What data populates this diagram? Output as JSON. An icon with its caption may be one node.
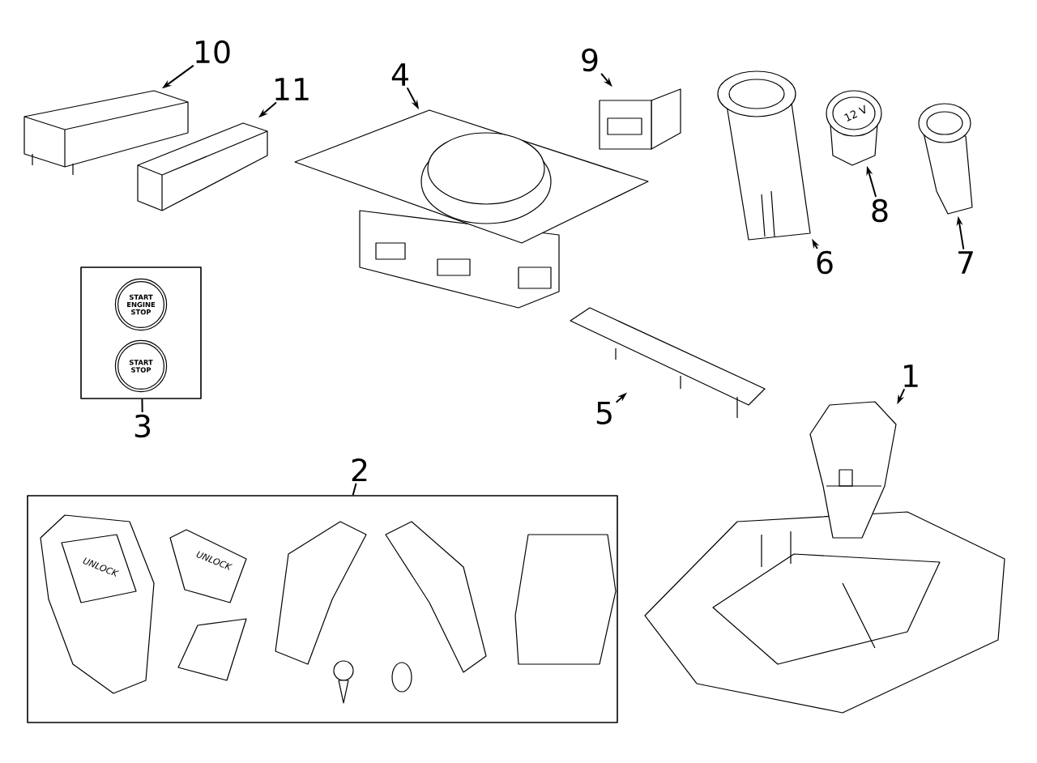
{
  "diagram": {
    "nodes": [
      {
        "text": [
          "1"
        ]
      },
      {
        "text": [],
        "shape": "picture"
      },
      {
        "text": [
          "2"
        ]
      },
      {
        "text": [],
        "shape": "box"
      },
      {
        "text": [
          "3"
        ]
      },
      {
        "text": [],
        "shape": "box"
      },
      {
        "text": [
          "START ENGINE STOP"
        ],
        "in": 5
      },
      {
        "text": [
          "START STOP"
        ],
        "in": 5
      },
      {
        "text": [
          "4"
        ]
      },
      {
        "text": [],
        "shape": "picture"
      },
      {
        "text": [
          "5"
        ]
      },
      {
        "text": [],
        "shape": "picture"
      },
      {
        "text": [
          "6"
        ]
      },
      {
        "text": [],
        "shape": "picture"
      },
      {
        "text": [
          "7"
        ]
      },
      {
        "text": [],
        "shape": "picture"
      },
      {
        "text": [
          "8"
        ]
      },
      {
        "text": [
          "12 V"
        ]
      },
      {
        "text": [
          "9"
        ]
      },
      {
        "text": [],
        "shape": "picture"
      },
      {
        "text": [
          "10"
        ]
      },
      {
        "text": [],
        "shape": "picture"
      },
      {
        "text": [
          "11"
        ]
      },
      {
        "text": [],
        "shape": "picture"
      }
    ],
    "edges": [
      {
        "from": 0,
        "to": 1,
        "arrow": "to"
      },
      {
        "from": 2,
        "to": 3,
        "arrow": "none"
      },
      {
        "from": 4,
        "to": 5,
        "arrow": "none"
      },
      {
        "from": 8,
        "to": 9,
        "arrow": "to"
      },
      {
        "from": 10,
        "to": 11,
        "arrow": "to"
      },
      {
        "from": 12,
        "to": 13,
        "arrow": "to"
      },
      {
        "from": 14,
        "to": 15,
        "arrow": "to"
      },
      {
        "from": 16,
        "to": 17,
        "arrow": "to"
      },
      {
        "from": 18,
        "to": 19,
        "arrow": "to"
      },
      {
        "from": 20,
        "to": 21,
        "arrow": "to"
      },
      {
        "from": 22,
        "to": 23,
        "arrow": "to"
      }
    ],
    "labels": [
      "UNLOCK",
      "UNLOCK"
    ]
  }
}
